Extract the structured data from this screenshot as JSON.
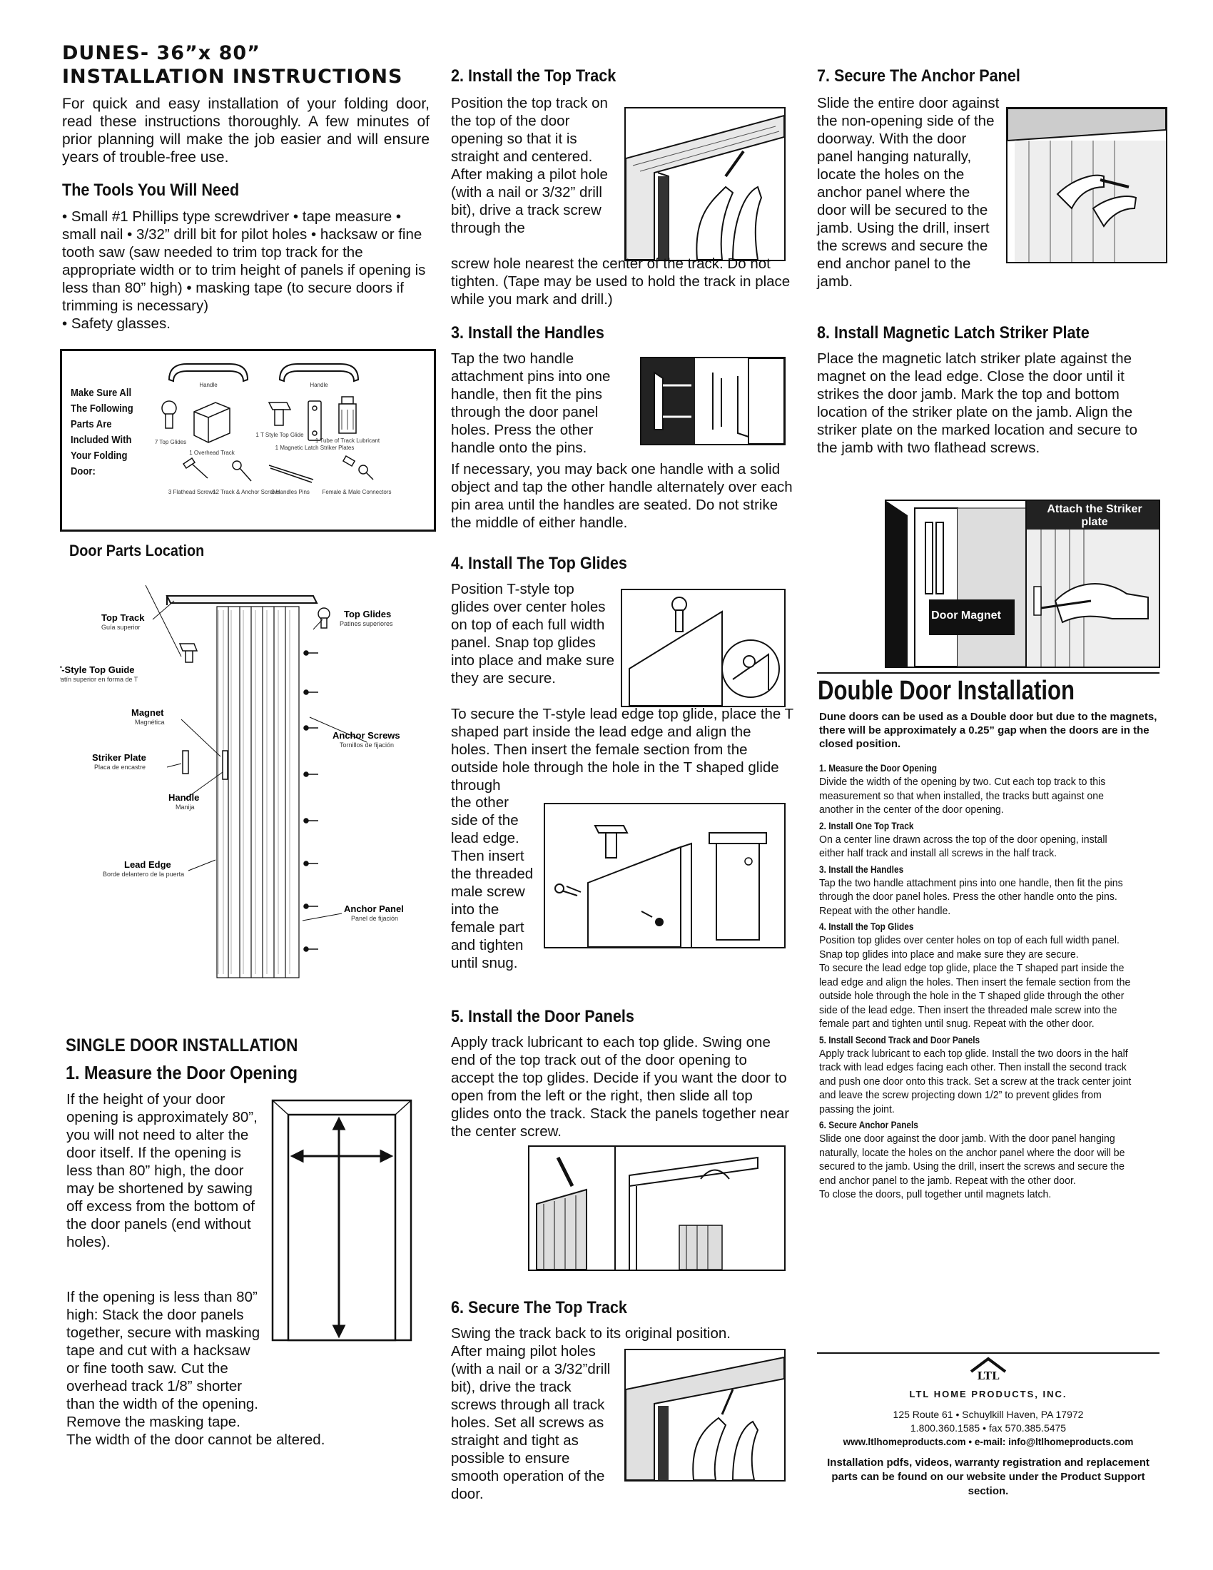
{
  "header": {
    "title_line1": "DUNES- 36”x 80”",
    "title_line2": "INSTALLATION INSTRUCTIONS",
    "intro": "For quick and easy installation of your folding door, read these instructions thoroughly.  A few minutes of prior planning will make the job easier and will ensure years of trouble-free use."
  },
  "tools": {
    "heading": "The Tools You Will Need",
    "text": "• Small #1 Phillips type screwdriver • tape measure • small nail • 3/32” drill bit for pilot holes • hacksaw or fine tooth saw (saw needed to trim top track for the appropriate width or to trim height of panels if opening is less than 80” high) • masking tape (to secure doors if trimming is necessary)",
    "text2": "• Safety glasses."
  },
  "parts": {
    "intro": "Make Sure All The Following Parts Are Included With Your Folding Door:",
    "labels": {
      "handle1": "Handle",
      "handle2": "Handle",
      "top_glides": "7 Top Glides",
      "overhead_track": "1 Overhead Track",
      "t_style": "1 T Style Top Glide",
      "striker": "1 Magnetic Latch Striker Plates",
      "lubricant": "1 Tube of Track Lubricant",
      "flathead": "3 Flathead Screws",
      "track_anchor": "12 Track & Anchor Screws",
      "handle_pins": "2 Handles Pins",
      "connectors": "Female & Male Connectors"
    }
  },
  "door_parts": {
    "heading": "Door Parts Location",
    "labels": [
      {
        "name": "Top Track",
        "sub": "Guía superior"
      },
      {
        "name": "Top Glides",
        "sub": "Patines superiores"
      },
      {
        "name": "T-Style Top Guide",
        "sub": "Patín superior en forma de T"
      },
      {
        "name": "Magnet",
        "sub": "Magnética"
      },
      {
        "name": "Anchor Screws",
        "sub": "Tornillos de fijación"
      },
      {
        "name": "Striker Plate",
        "sub": "Placa de encastre"
      },
      {
        "name": "Handle",
        "sub": "Manija"
      },
      {
        "name": "Lead Edge",
        "sub": "Borde delantero de la puerta"
      },
      {
        "name": "Anchor Panel",
        "sub": "Panel de fijación"
      }
    ]
  },
  "single": {
    "heading": "SINGLE DOOR INSTALLATION",
    "step1_heading": "1. Measure the Door Opening",
    "step1_p1": "If the height of your door opening is approximately 80”, you will not need to alter the door itself.  If the opening is less than 80” high, the door may be shortened by sawing off excess from the bottom of the door panels (end without holes).",
    "step1_p2": "If the opening is less than 80” high:  Stack the door panels together, secure with masking tape and cut with a hacksaw or fine tooth saw.  Cut the overhead track 1/8” shorter than the width of the opening. Remove the masking tape.",
    "step1_p3": "The width of the door cannot be altered."
  },
  "steps": {
    "s2_heading": "2. Install the Top Track",
    "s2_text_a": "Position the top track on the top of the door opening so that it is straight and centered. After making a pilot hole (with a nail or 3/32” drill bit), drive a track screw through the",
    "s2_text_b": "screw hole nearest the center of the track. Do not tighten. (Tape may be used to hold the track in place while you mark and drill.)",
    "s3_heading": "3. Install the Handles",
    "s3_text_a": "Tap the two handle attachment pins into one handle, then fit the pins through the door panel holes.  Press the other handle onto the pins.",
    "s3_text_b": "If necessary, you may back one handle with a solid object and tap the other handle alternately over each pin area until the handles are seated. Do not strike the middle of either handle.",
    "s4_heading": "4. Install The Top Glides",
    "s4_text_a": "Position T-style top glides over center holes on top of each full width panel. Snap top glides into place and make sure they are secure.",
    "s4_text_b": "To secure the T-style lead edge top glide, place the T shaped part inside the lead edge and align the holes. Then insert the female section from the outside hole through the hole in the T shaped glide through",
    "s4_text_c": "the other side of the lead edge. Then insert the threaded male screw into the female part and tighten until snug.",
    "s5_heading": "5. Install the Door Panels",
    "s5_text": "Apply track lubricant to each top glide. Swing one end of the top track out of the door opening to accept the top glides. Decide if you want the door to open from the left or the right, then slide all top glides onto the track. Stack the panels together near the center screw.",
    "s6_heading": "6. Secure The Top Track",
    "s6_text_a": "Swing the track back to its original position.",
    "s6_text_b": "After maing pilot holes (with a nail or a 3/32”drill bit), drive the track screws through all track holes. Set all screws as straight and tight as possible to ensure smooth operation of the door.",
    "s7_heading": "7. Secure The Anchor Panel",
    "s7_text": "Slide the entire door against the non-opening side of the doorway. With the door panel hanging naturally, locate the holes on the anchor panel where the door will be secured to the jamb. Using the drill, insert the screws and secure the end anchor panel to the jamb.",
    "s8_heading": "8. Install Magnetic Latch Striker Plate",
    "s8_text": "Place the magnetic latch striker plate against the magnet on the lead edge. Close the door until it strikes the door jamb. Mark the top and bottom location of the striker plate on the jamb. Align the striker plate on the marked location and secure to the jamb with two flathead screws.",
    "s8_label_attach": "Attach the Striker plate",
    "s8_label_magnet": "Door Magnet"
  },
  "double": {
    "heading": "Double Door Installation",
    "intro": "Dune doors can be used as a Double door but due to the magnets, there will be approximately a 0.25” gap when the doors are in the closed position.",
    "items": [
      {
        "h": "1. Measure the Door Opening",
        "t": "Divide the width of the opening by two.  Cut each top track to this measurement so that when installed, the tracks butt against one another in the center of the door opening."
      },
      {
        "h": "2. Install One Top Track",
        "t": "On a center line drawn across the top of the door opening, install either half track and install all screws in the half track."
      },
      {
        "h": "3. Install the Handles",
        "t": "Tap the two handle attachment pins into one handle, then fit the pins through the door panel holes.  Press the other handle onto the pins. Repeat with the other handle."
      },
      {
        "h": "4. Install the Top Glides",
        "t": "Position top glides over center holes on top of each full width panel.  Snap top glides into place and make sure they are secure.\nTo secure the lead edge top glide, place the T shaped part inside the lead edge and align the holes.  Then insert the female section from the outside hole through the hole in the T shaped glide through the other side of the lead edge. Then insert the threaded male screw into the female part and tighten until snug. Repeat with the other door."
      },
      {
        "h": "5. Install Second Track and Door Panels",
        "t": "Apply track lubricant to each top glide. Install the two doors in the half track with lead edges facing each other. Then install the second track and push one door onto this track. Set a screw at the track center joint and leave the screw projecting down 1/2” to prevent glides from passing the joint."
      },
      {
        "h": "6. Secure Anchor Panels",
        "t": "Slide one door against the door jamb. With the door panel hanging naturally, locate the holes on the anchor panel where the door will be secured to the jamb.  Using the drill, insert the screws and secure the end anchor panel to the jamb.  Repeat with the other door.\nTo close the doors, pull together until magnets latch."
      }
    ]
  },
  "footer": {
    "logo_text": "LTL",
    "company": "LTL HOME PRODUCTS, INC.",
    "address": "125 Route 61 • Schuylkill Haven, PA 17972",
    "phone": "1.800.360.1585 • fax 570.385.5475",
    "web": "www.ltlhomeproducts.com • e-mail: info@ltlhomeproducts.com",
    "note": "Installation pdfs, videos, warranty registration and replacement parts can be found on our website under the Product Support section."
  }
}
